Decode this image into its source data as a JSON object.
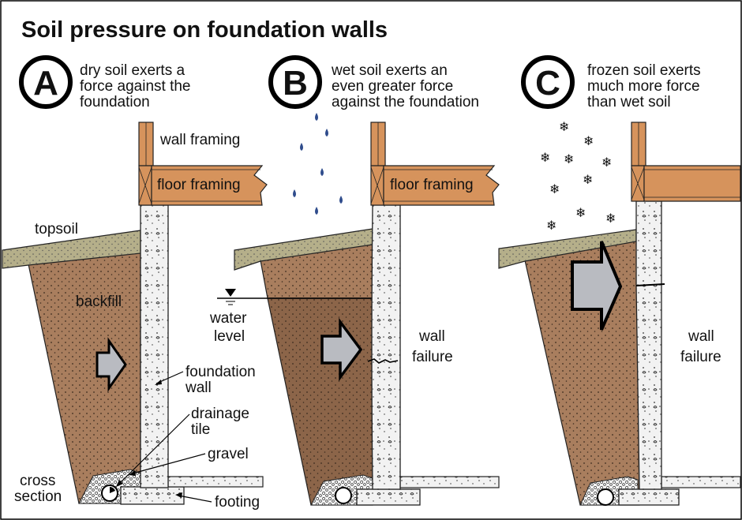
{
  "title": "Soil pressure on foundation walls",
  "panels": [
    {
      "badge": "A",
      "caption": [
        "dry soil exerts a",
        "force against the",
        "foundation"
      ],
      "condition": "dry"
    },
    {
      "badge": "B",
      "caption": [
        "wet soil exerts an",
        "even greater force",
        "against the foundation"
      ],
      "condition": "wet"
    },
    {
      "badge": "C",
      "caption": [
        "frozen soil exerts",
        "much more force",
        "than wet soil"
      ],
      "condition": "frozen"
    }
  ],
  "labels": {
    "wall_framing": "wall framing",
    "floor_framing": "floor framing",
    "topsoil": "topsoil",
    "backfill": "backfill",
    "foundation_wall": [
      "foundation",
      "wall"
    ],
    "drainage_tile": [
      "drainage",
      "tile"
    ],
    "gravel": "gravel",
    "cross_section": [
      "cross",
      "section"
    ],
    "footing": "footing",
    "water_level": [
      "water",
      "level"
    ],
    "wall_failure": [
      "wall",
      "failure"
    ]
  },
  "colors": {
    "lumber": "#D6935C",
    "topsoil": "#B5AF8A",
    "backfill_dry": "#A97E5E",
    "backfill_wet": "#8C6549",
    "concrete": "#F2F2F2",
    "arrow": "#B9BBC1",
    "raindrop": "#2F4C8C"
  },
  "icons": [
    "raindrop-icon",
    "snowflake-icon",
    "force-arrow-icon",
    "water-level-triangle-icon"
  ]
}
